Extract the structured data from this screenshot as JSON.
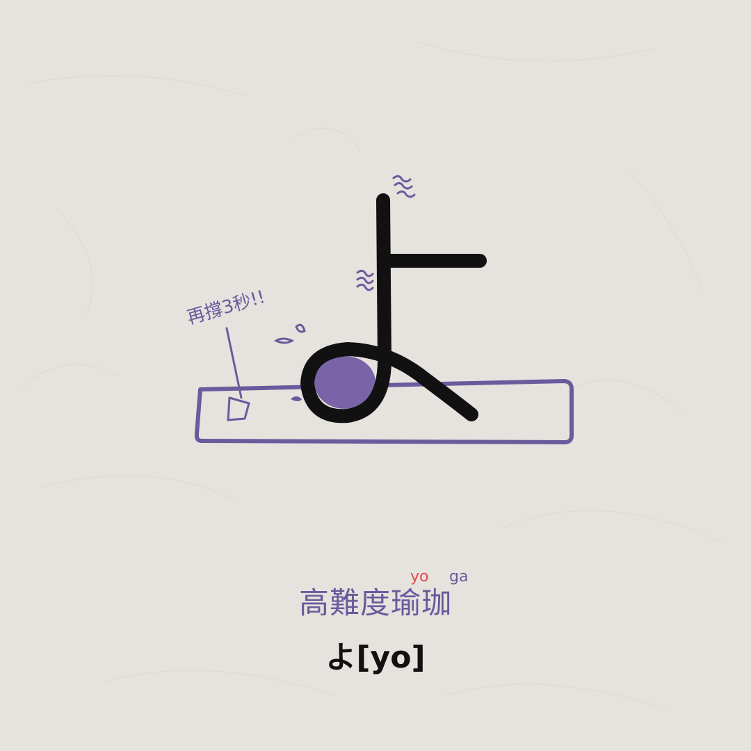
{
  "colors": {
    "background": "#e6e2de",
    "accent_purple": "#6b5a9c",
    "ink_black": "#111111",
    "ruby_red": "#e04a4a"
  },
  "illustration": {
    "character": "よ",
    "note": "再撐3秒!!",
    "icons": [
      "hiragana-yo-figure-icon",
      "yoga-mat-icon",
      "sweat-drop-icon",
      "trembling-lines-icon",
      "arrow-icon"
    ]
  },
  "caption": {
    "title": "高難度瑜珈",
    "ruby_yo": "yo",
    "ruby_ga": "ga",
    "romaji": "よ[yo]"
  }
}
